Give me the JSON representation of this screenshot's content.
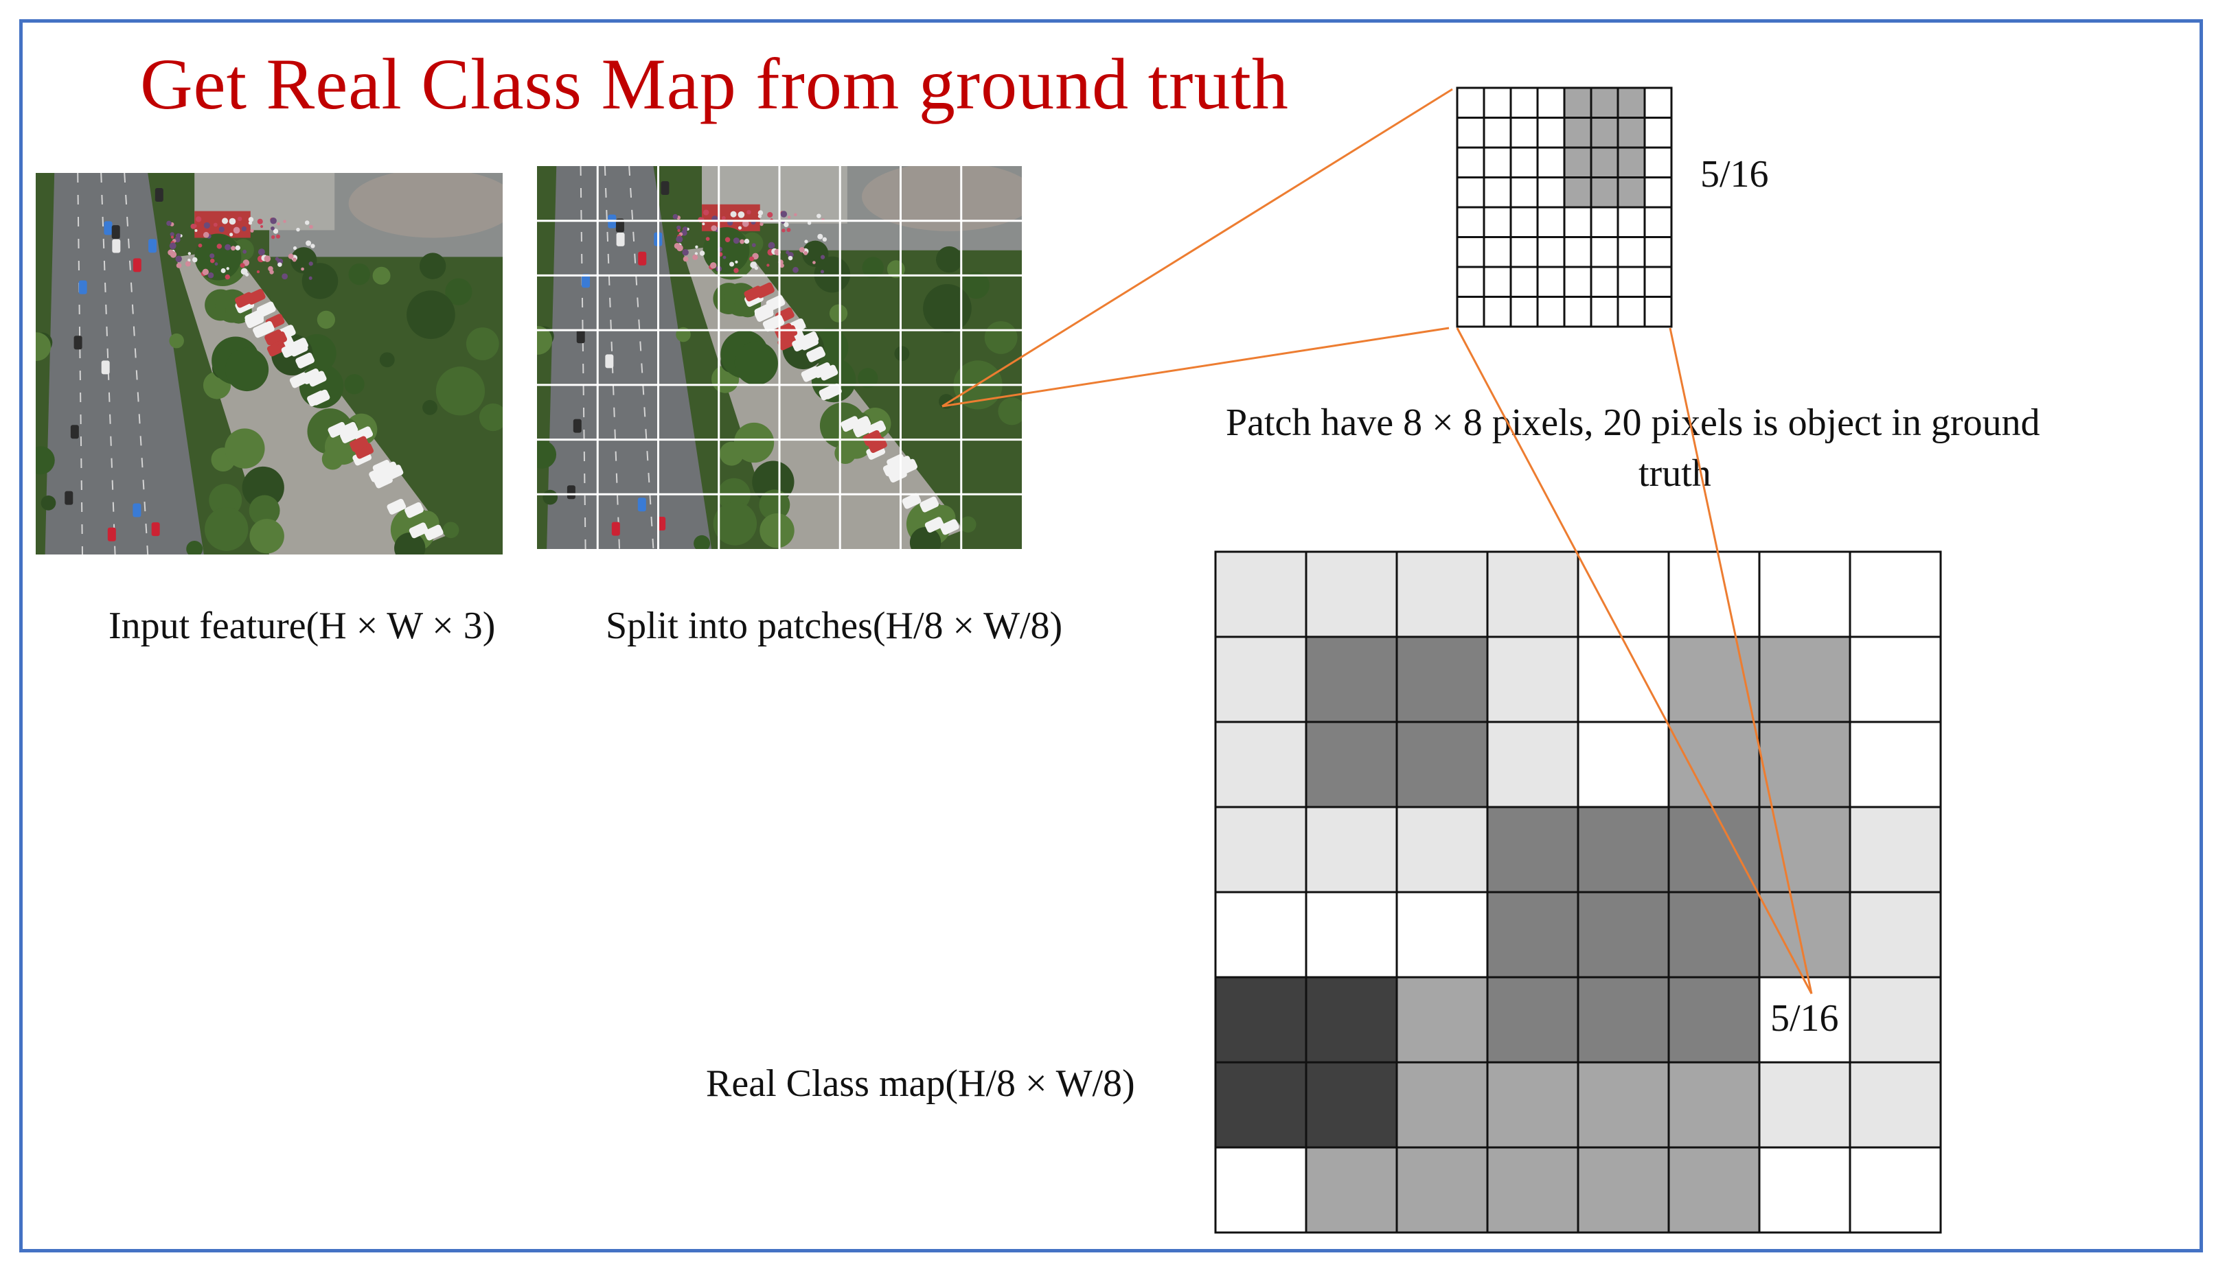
{
  "title": "Get Real Class Map from ground truth",
  "labels": {
    "input_feature": "Input feature(H × W × 3)",
    "split_patches": "Split into patches(H/8 × W/8)",
    "patch_ratio": "5/16",
    "patch_desc_line1": "Patch have 8 × 8 pixels,  20 pixels is object in ground",
    "patch_desc_line2": "truth",
    "real_class_map": "Real Class map(H/8 × W/8)",
    "cell_ratio": "5/16"
  },
  "colors": {
    "frame": "#4472c4",
    "title": "#c00000",
    "connector": "#ed7d31",
    "shade_0": "#ffffff",
    "shade_1": "#e6e6e6",
    "shade_2": "#a6a6a6",
    "shade_3": "#808080",
    "shade_4": "#404040"
  },
  "patch_grid": {
    "rows": 8,
    "cols": 8,
    "object_block": {
      "row_start": 0,
      "row_end": 4,
      "col_start": 4,
      "col_end": 7
    }
  },
  "class_map": {
    "rows": 8,
    "cols": 8,
    "shades": [
      [
        1,
        1,
        1,
        1,
        0,
        0,
        0,
        0
      ],
      [
        1,
        3,
        3,
        1,
        0,
        2,
        2,
        0
      ],
      [
        1,
        3,
        3,
        1,
        0,
        2,
        2,
        0
      ],
      [
        1,
        1,
        1,
        3,
        3,
        3,
        2,
        1
      ],
      [
        0,
        0,
        0,
        3,
        3,
        3,
        2,
        1
      ],
      [
        4,
        4,
        2,
        3,
        3,
        3,
        0,
        1
      ],
      [
        4,
        4,
        2,
        2,
        2,
        2,
        1,
        1
      ],
      [
        0,
        2,
        2,
        2,
        2,
        2,
        0,
        0
      ]
    ]
  },
  "split_grid": {
    "rows": 7,
    "cols": 8
  }
}
